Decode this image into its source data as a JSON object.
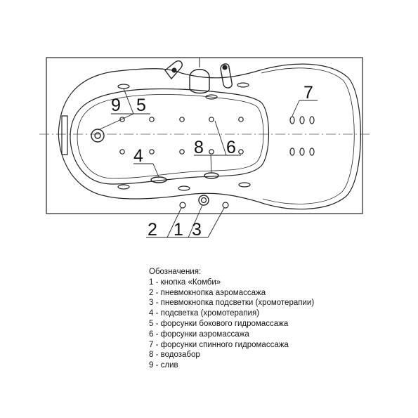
{
  "callouts": {
    "drain": "9",
    "side_jets": "5",
    "back_jets": "7",
    "chromo_light": "4",
    "water_intake": "8",
    "air_jets": "6",
    "btn_air": "2",
    "btn_combi": "1",
    "btn_light": "3"
  },
  "legend": {
    "title": "Обозначения:",
    "items": [
      "1 - кнопка «Комби»",
      "2 - пневмокнопка аэромассажа",
      "3 - пневмокнопка подсветки (хромотерапии)",
      "4 - подсветка (хромотерапия)",
      "5 - форсунки бокового гидромассажа",
      "6 - форсунки аэромассажа",
      "7 - форсунки спинного гидромассажа",
      "8 - водозабор",
      "9 - слив"
    ]
  }
}
